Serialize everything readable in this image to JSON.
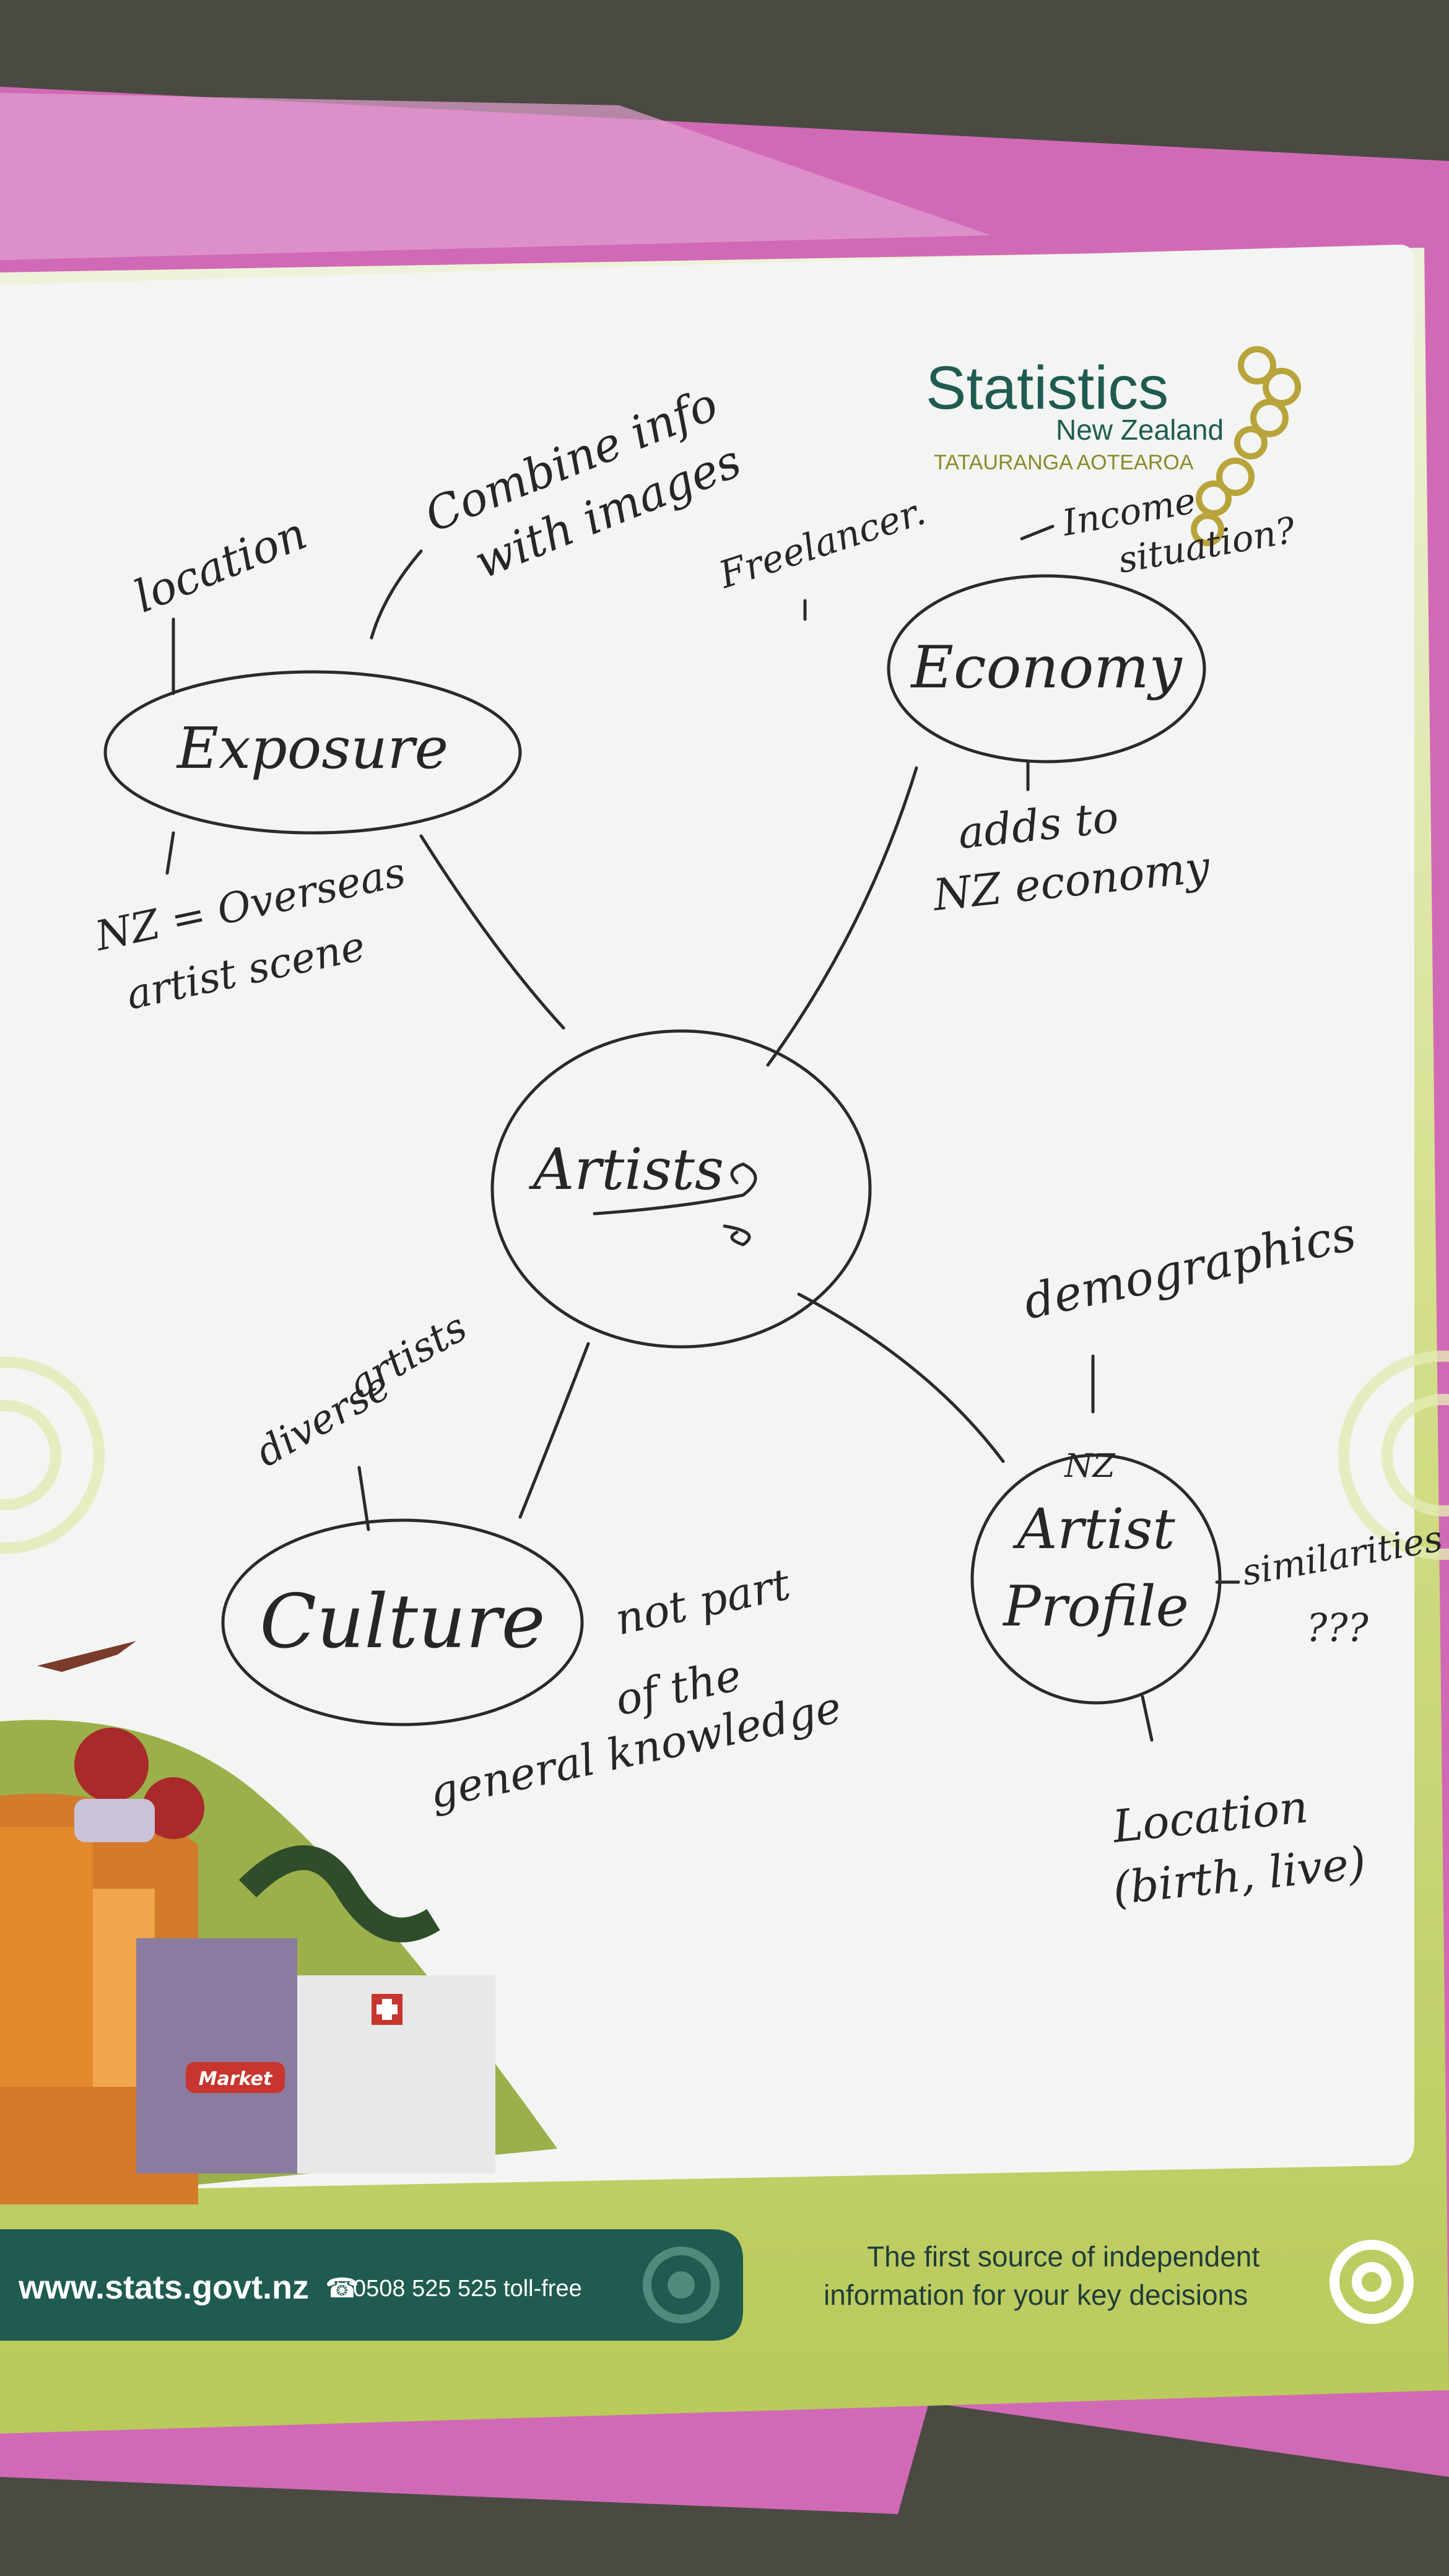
{
  "logo": {
    "name": "Statistics",
    "country": "New Zealand",
    "maori": "TATAURANGA AOTEAROA"
  },
  "nodes": {
    "center": "Artists",
    "exposure": "Exposure",
    "economy": "Economy",
    "culture": "Culture",
    "profile_line1": "NZ",
    "profile_line2": "Artist",
    "profile_line3": "Profile"
  },
  "notes": {
    "location": "location",
    "combine_1": "Combine info",
    "combine_2": "with images",
    "overseas_1": "NZ = Overseas",
    "overseas_2": "artist scene",
    "freelancer": "Freelancer.",
    "income_1": "Income",
    "income_2": "situation?",
    "adds_1": "adds to",
    "adds_2": "NZ economy",
    "diverse_1": "diverse",
    "diverse_2": "artists",
    "general_1": "not part",
    "general_2": "of the",
    "general_3": "general knowledge",
    "demographics": "demographics",
    "similarities_1": "similarities",
    "similarities_2": "???",
    "birth_1": "Location",
    "birth_2": "(birth, live)"
  },
  "footer": {
    "url": "www.stats.govt.nz",
    "phone": "0508 525 525 toll-free",
    "tagline_1": "The first source of independent",
    "tagline_2": "information for your key decisions"
  },
  "illustration": {
    "market_sign": "Market"
  },
  "colors": {
    "paper": "#f3f5f2",
    "green_border": "#c9d67a",
    "pink_folder": "#d46bb8",
    "footer_band": "#1f5b50",
    "ink": "#262626"
  }
}
